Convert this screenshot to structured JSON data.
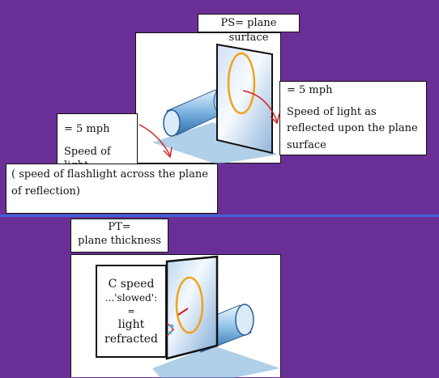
{
  "top": {
    "ps_label": "PS= plane surface",
    "right_speed": "= 5 mph",
    "right_desc": "Speed of light as reflected upon the plane surface",
    "left_speed": "= 5 mph",
    "left_desc": "Speed of light",
    "bottom_note": "( speed of flashlight across the plane of reflection)"
  },
  "bottom": {
    "pt_label_line1": "PT=",
    "pt_label_line2": "plane thickness",
    "c_speed": "C speed",
    "slowed": "...'slowed':",
    "equals": "=",
    "light": "light",
    "refracted": "refracted"
  },
  "colors": {
    "background": "#6a2f96",
    "divider": "#3d63d6",
    "ring": "#f0a21c",
    "arrow": "#d62020",
    "pipe": "#4a8fc8"
  }
}
